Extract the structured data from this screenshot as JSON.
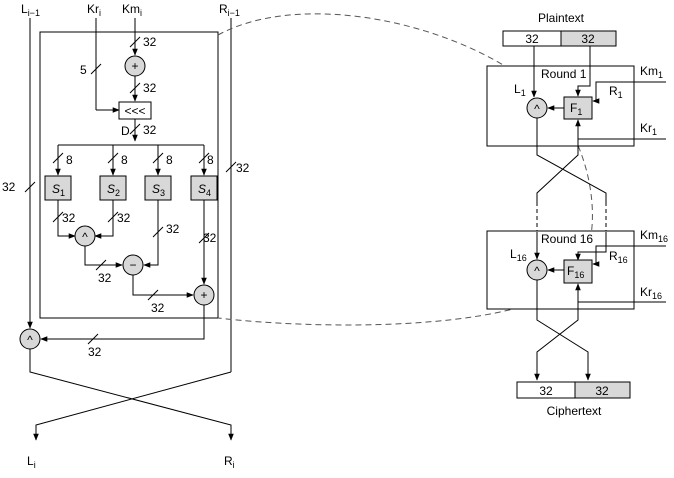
{
  "colors": {
    "shaded": "#d8d8d8",
    "white": "#ffffff",
    "line": "#000000",
    "dash": "#555555"
  },
  "left": {
    "inputs": {
      "l_prev": "L",
      "l_prev_sub": "i−1",
      "kr": "Kr",
      "kr_sub": "i",
      "km": "Km",
      "km_sub": "i",
      "r_prev": "R",
      "r_prev_sub": "i−1"
    },
    "outputs": {
      "l": "L",
      "l_sub": "i",
      "r": "R",
      "r_sub": "i"
    },
    "ops": {
      "add": "+",
      "rotate": "<<<",
      "and": "^",
      "sub": "−",
      "add2": "+",
      "final": "^"
    },
    "d_label": "D",
    "sboxes": [
      {
        "label": "S",
        "sub": "1"
      },
      {
        "label": "S",
        "sub": "2"
      },
      {
        "label": "S",
        "sub": "3"
      },
      {
        "label": "S",
        "sub": "4"
      }
    ],
    "bits": {
      "km": "32",
      "kr": "5",
      "after_add": "32",
      "after_rot": "32",
      "s1_in": "8",
      "s2_in": "8",
      "s3_in": "8",
      "s4_in": "8",
      "r_line": "32",
      "l_line": "32",
      "s1_out": "32",
      "s2_out": "32",
      "s3_out": "32",
      "s4_out": "32",
      "and_out": "32",
      "sub_out": "32",
      "f_out": "32"
    }
  },
  "right": {
    "plaintext": {
      "title": "Plaintext",
      "halves": [
        "32",
        "32"
      ]
    },
    "round1": {
      "title": "Round 1",
      "l": "L",
      "l_sub": "1",
      "r": "R",
      "r_sub": "1",
      "f": "F",
      "f_sub": "1",
      "km": "Km",
      "km_sub": "1",
      "kr": "Kr",
      "kr_sub": "1",
      "op": "^"
    },
    "round16": {
      "title": "Round 16",
      "l": "L",
      "l_sub": "16",
      "r": "R",
      "r_sub": "16",
      "f": "F",
      "f_sub": "16",
      "km": "Km",
      "km_sub": "16",
      "kr": "Kr",
      "kr_sub": "16",
      "op": "^"
    },
    "ciphertext": {
      "title": "Ciphertext",
      "halves": [
        "32",
        "32"
      ]
    }
  }
}
